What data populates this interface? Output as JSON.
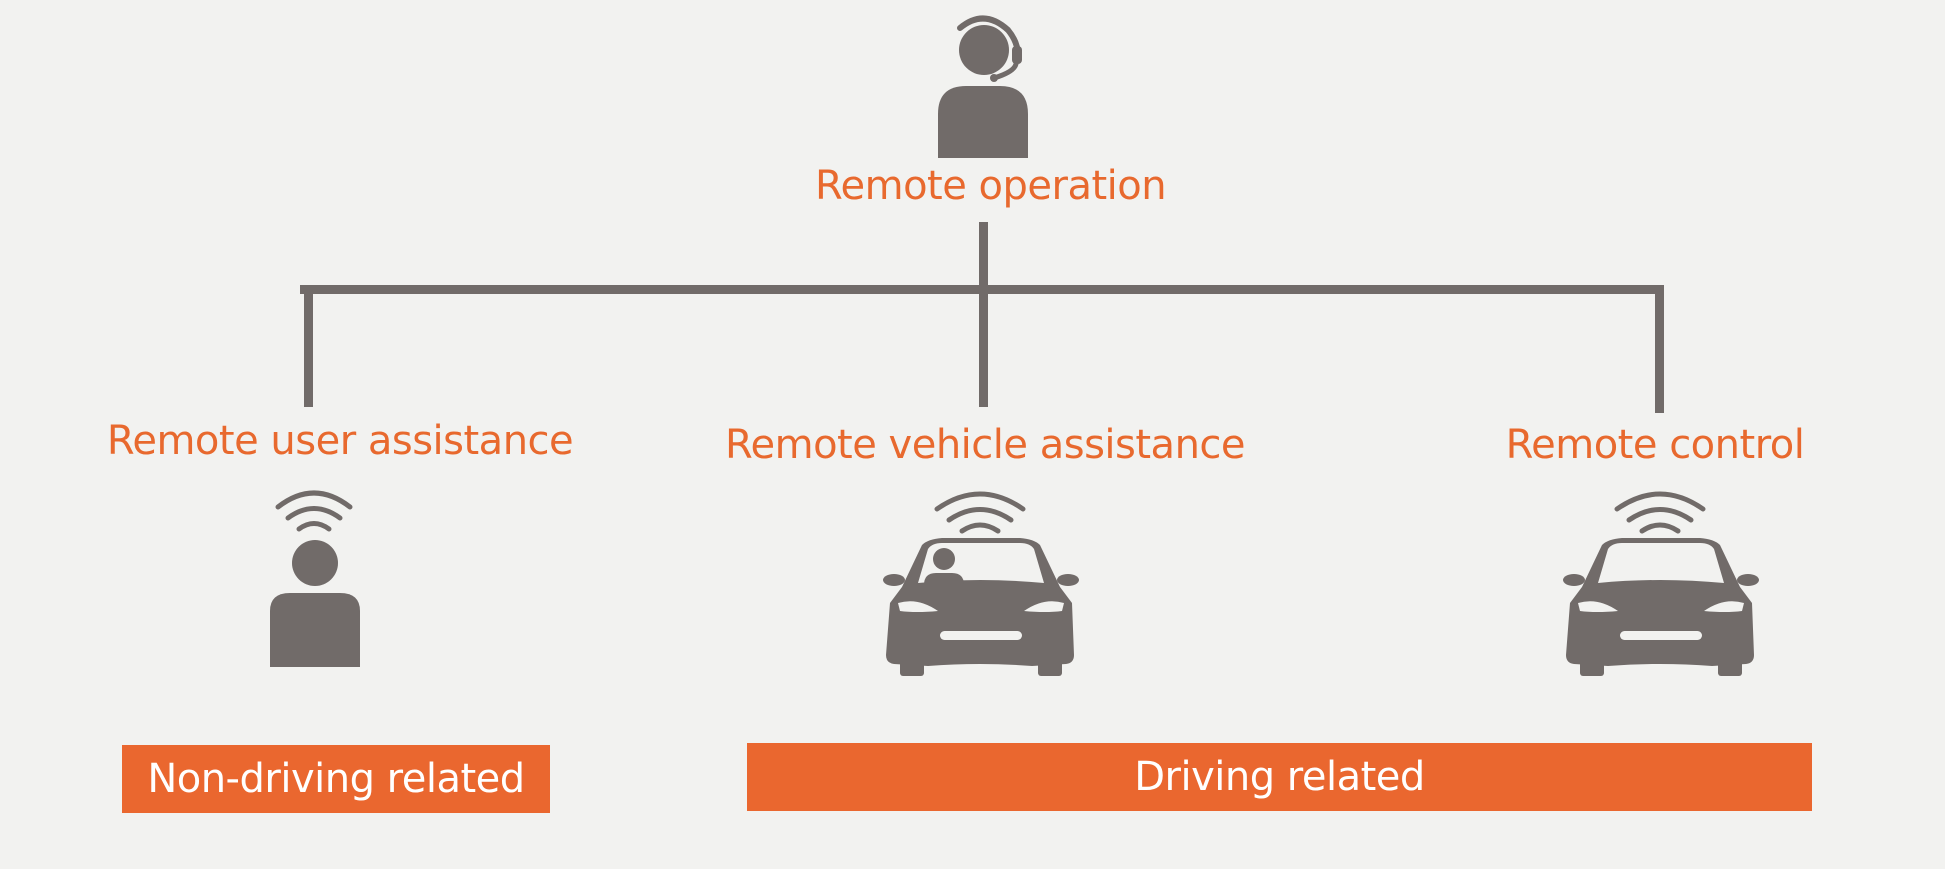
{
  "root": {
    "title": "Remote operation",
    "icon": "operator-headset-icon"
  },
  "branches": [
    {
      "title": "Remote user assistance",
      "icon": "person-wifi-icon"
    },
    {
      "title": "Remote vehicle assistance",
      "icon": "car-with-driver-wifi-icon"
    },
    {
      "title": "Remote control",
      "icon": "car-wifi-icon"
    }
  ],
  "groups": {
    "non_driving": "Non-driving related",
    "driving": "Driving related"
  },
  "colors": {
    "accent": "#e8692e",
    "icon": "#716b69",
    "background": "#f2f2f0"
  }
}
